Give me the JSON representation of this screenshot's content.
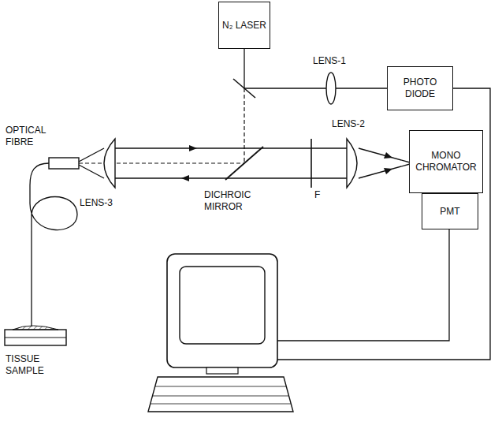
{
  "diagram": {
    "nodes": [
      {
        "text": [
          "N₂ LASER"
        ]
      },
      {
        "text": [
          "PHOTO DIODE"
        ]
      },
      {
        "text": [
          "MONO CHROMATOR"
        ]
      },
      {
        "text": [
          "PMT"
        ]
      }
    ],
    "edges": [
      {
        "from": 0,
        "to": 1,
        "arrow": "none"
      }
    ],
    "labels": [
      "LENS-1",
      "LENS-2",
      "LENS-3",
      "OPTICAL FIBRE",
      "DICHROIC MIRROR",
      "F",
      "TISSUE SAMPLE"
    ]
  }
}
